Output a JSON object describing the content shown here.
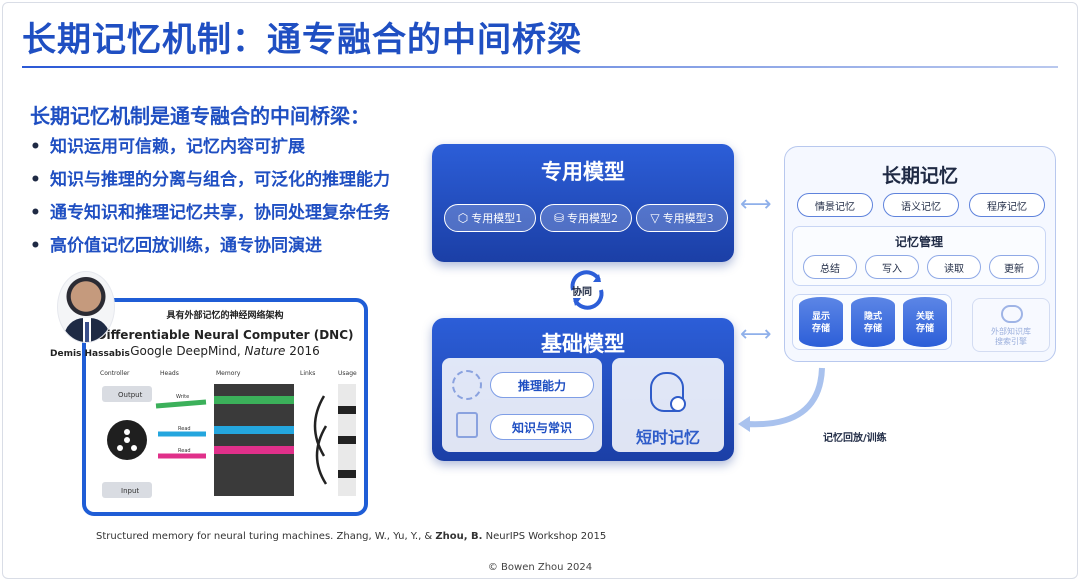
{
  "title": "长期记忆机制：通专融合的中间桥梁",
  "subhead": "长期记忆机制是通专融合的中间桥梁：",
  "bullets": [
    "知识运用可信赖，记忆内容可扩展",
    "知识与推理的分离与组合，可泛化的推理能力",
    "通专知识和推理记忆共享，协同处理复杂任务",
    "高价值记忆回放训练，通专协同演进"
  ],
  "bullet_mark": "•",
  "dnc": {
    "header": "具有外部记忆的神经网络架构",
    "line1": "Differentiable Neural Computer (DNC)",
    "line2_prefix": "Google DeepMind, ",
    "line2_journal": "Nature",
    "line2_suffix": " 2016",
    "person": "Demis Hassabis",
    "cols": [
      "Controller",
      "Heads",
      "Memory",
      "Links",
      "Usage"
    ],
    "controller_top": "Output",
    "controller_bottom": "Input",
    "heads": [
      "Write",
      "Read",
      "Read"
    ]
  },
  "citation": {
    "prefix": "Structured memory for neural turing machines. Zhang, W., Yu, Y., & ",
    "bold": "Zhou, B.",
    "suffix": " NeurIPS Workshop 2015"
  },
  "copyright": "© Bowen Zhou 2024",
  "special_model": {
    "title": "专用模型",
    "items": [
      {
        "icon": "cube-icon",
        "label": "专用模型1"
      },
      {
        "icon": "database-icon",
        "label": "专用模型2"
      },
      {
        "icon": "diamond-icon",
        "label": "专用模型3"
      }
    ]
  },
  "sync_label": "协同",
  "base_model": {
    "title": "基础模型",
    "items": [
      "推理能力",
      "知识与常识"
    ],
    "short_term": "短时记忆"
  },
  "long_term": {
    "title": "长期记忆",
    "types": [
      "情景记忆",
      "语义记忆",
      "程序记忆"
    ],
    "mgmt_title": "记忆管理",
    "mgmt_ops": [
      "总结",
      "写入",
      "读取",
      "更新"
    ],
    "stores": [
      [
        "显示",
        "存储"
      ],
      [
        "隐式",
        "存储"
      ],
      [
        "关联",
        "存储"
      ]
    ],
    "external": [
      "外部知识库",
      "搜索引擎"
    ]
  },
  "replay_label": "记忆回放/训练",
  "colors": {
    "accent": "#1f4fc2",
    "box": "#2c5ed8"
  }
}
